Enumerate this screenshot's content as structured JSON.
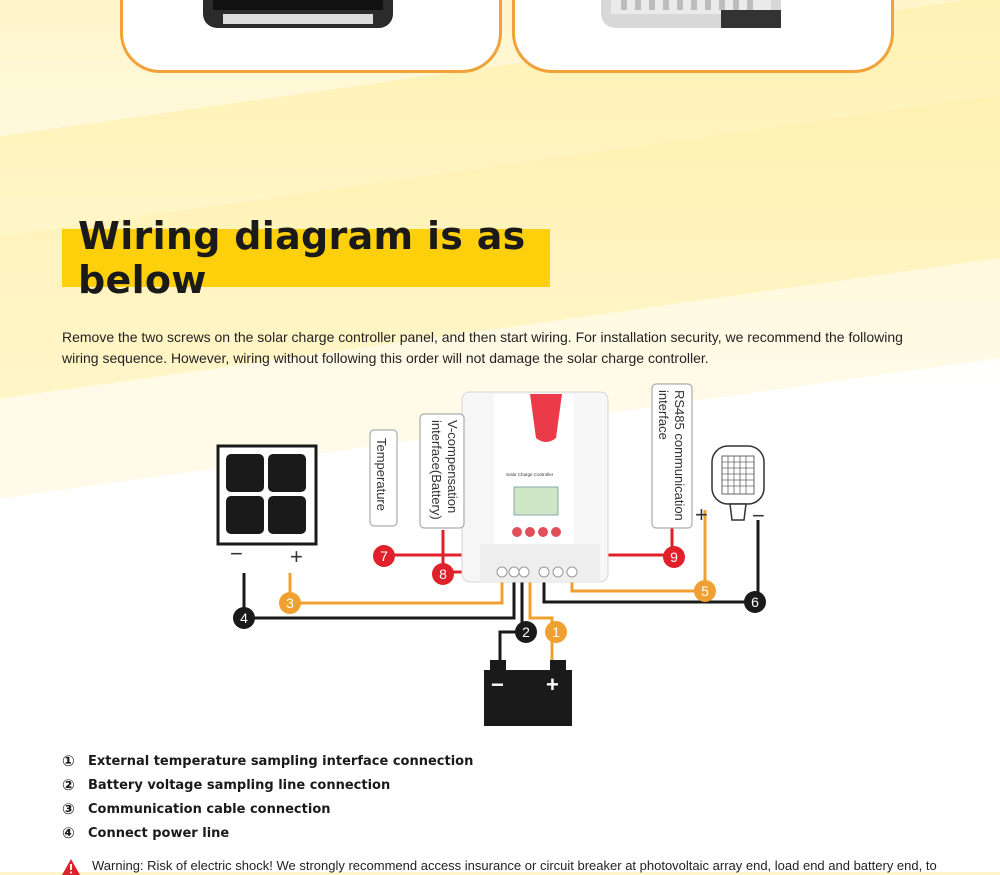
{
  "heading": "Wiring diagram is as below",
  "intro": "Remove the two screws on the solar charge controller panel, and then start wiring. For installation security, we recommend the following wiring sequence. However, wiring without following this order will not damage the solar charge controller.",
  "diagram": {
    "labels": {
      "temperature": "Temperature",
      "vcomp_line1": "V-compensation",
      "vcomp_line2": "interface(Battery)",
      "rs485_line1": "RS485 communication",
      "rs485_line2": "interface"
    },
    "controller_text": "Solar Charge Controller",
    "solar_minus": "−",
    "solar_plus": "+",
    "load_plus": "+",
    "load_minus": "−",
    "battery_minus": "−",
    "battery_plus": "+",
    "markers": [
      "1",
      "2",
      "3",
      "4",
      "5",
      "6",
      "7",
      "8",
      "9"
    ],
    "colors": {
      "orange": "#f0a030",
      "black": "#1a1a1a",
      "red": "#e0202a"
    }
  },
  "steps": [
    {
      "num": "①",
      "text": "External temperature sampling interface connection"
    },
    {
      "num": "②",
      "text": "Battery voltage sampling line connection"
    },
    {
      "num": "③",
      "text": "Communication cable connection"
    },
    {
      "num": "④",
      "text": "Connect power line"
    }
  ],
  "warning": "Warning: Risk of electric shock! We strongly recommend access insurance or circuit breaker at photovoltaic array end, load end and battery end, to"
}
